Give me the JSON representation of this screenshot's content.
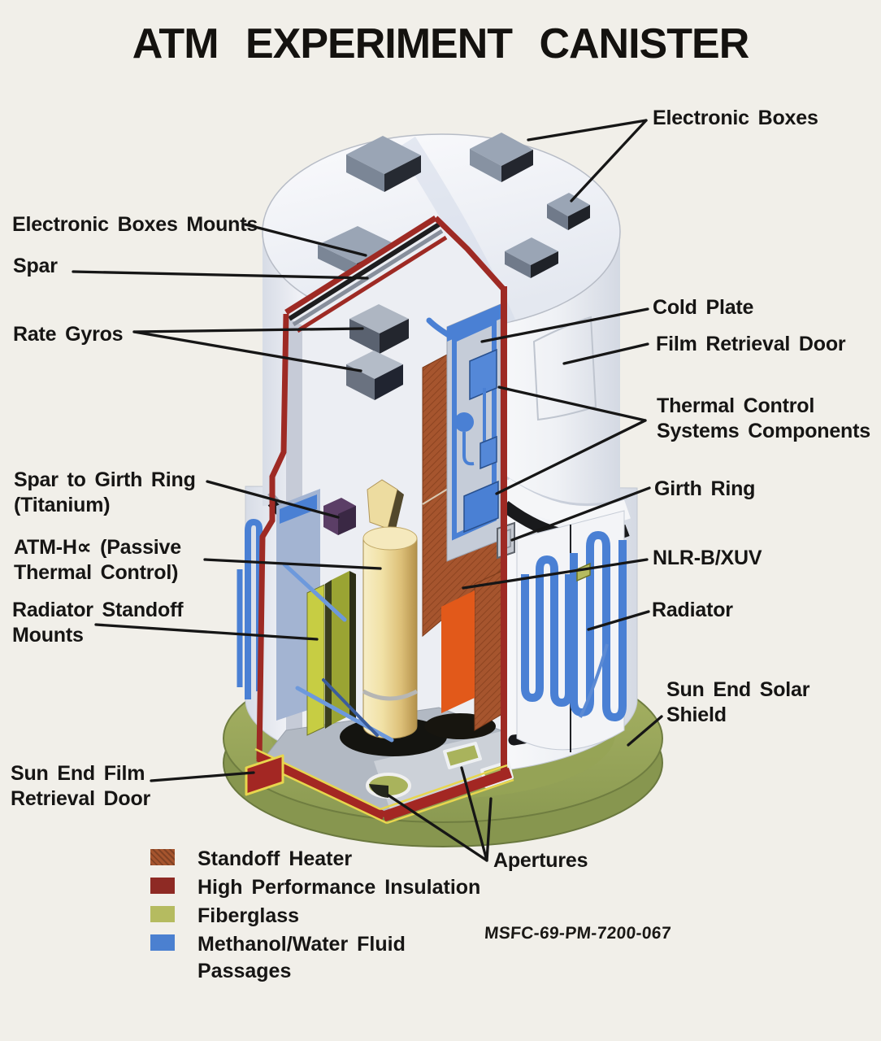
{
  "title": "ATM EXPERIMENT CANISTER",
  "figure_id": "MSFC-69-PM-7200-067",
  "callouts": {
    "electronic_boxes": "Electronic Boxes",
    "electronic_boxes_mounts": "Electronic Boxes Mounts",
    "spar": "Spar",
    "rate_gyros": "Rate Gyros",
    "cold_plate": "Cold Plate",
    "film_retrieval_door": "Film Retrieval Door",
    "thermal_control": "Thermal Control Systems Components",
    "spar_to_girth_ring": "Spar to Girth Ring (Titanium)",
    "atm_h_alpha": "ATM-H∝ (Passive Thermal Control)",
    "radiator_standoff_mounts": "Radiator Standoff Mounts",
    "girth_ring": "Girth Ring",
    "nlr_b_xuv": "NLR-B/XUV",
    "radiator": "Radiator",
    "sun_end_solar_shield": "Sun End Solar Shield",
    "sun_end_film_retrieval_door": "Sun End Film Retrieval Door",
    "apertures": "Apertures"
  },
  "legend": {
    "items": [
      {
        "label": "Standoff Heater",
        "color": "#a6552e",
        "texture": "hatch"
      },
      {
        "label": "High Performance Insulation",
        "color": "#8e2a24"
      },
      {
        "label": "Fiberglass",
        "color": "#b5bb60"
      },
      {
        "label": "Methanol/Water Fluid Passages",
        "color": "#4b80d0"
      }
    ]
  },
  "palette": {
    "background": "#f1efe9",
    "leader_line": "#161616",
    "insulation_red": "#9e2a24",
    "trim_yellow": "#e8d64e",
    "shell_white": "#f4f5f8",
    "base_olive": "#a3b161",
    "orange_panel": "#e2591a",
    "cream_telescope": "#eedfa6",
    "purple_fitting": "#5b3e66",
    "electronics_gray": "#8792a2"
  }
}
